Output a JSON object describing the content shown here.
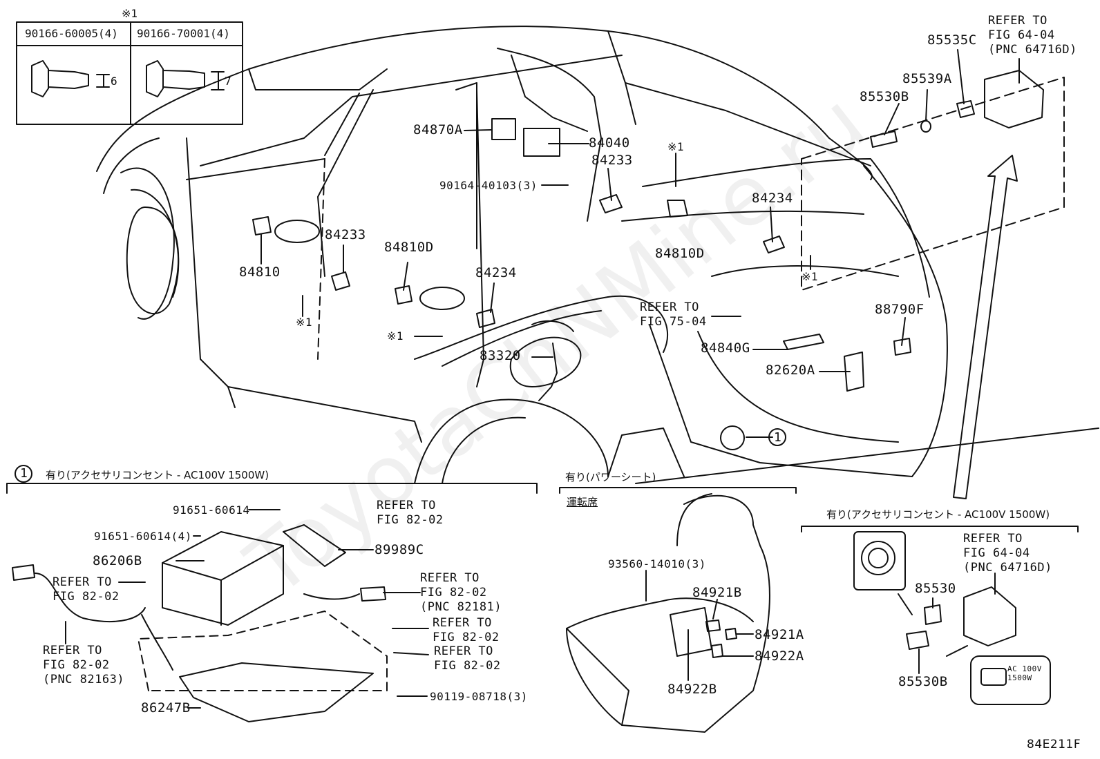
{
  "diagram_code": "84E211F",
  "watermark": "ToyotaChNMine.ru",
  "fastener_table": {
    "mark": "※1",
    "columns": [
      "90166-60005(4)",
      "90166-70001(4)"
    ],
    "dims": [
      "6",
      "7"
    ]
  },
  "main_parts": {
    "p84870A": "84870A",
    "p84040": "84040",
    "p90164": "90164-40103(3)",
    "p84233a": "84233",
    "p84233b": "84233",
    "p84234a": "84234",
    "p84234b": "84234",
    "p84810": "84810",
    "p84810D_a": "84810D",
    "p84810D_b": "84810D",
    "p83320": "83320",
    "p84840G": "84840G",
    "p82620A": "82620A",
    "p88790F": "88790F",
    "p85530B_top": "85530B",
    "p85539A": "85539A",
    "p85535C": "85535C",
    "mark1": "※1",
    "circle1": "1"
  },
  "refer_top_right": "REFER TO\nFIG 64-04\n(PNC 64716D)",
  "refer_center": "REFER TO\nFIG 75-04",
  "bottom_left": {
    "header_circle": "1",
    "header": "有り(アクセサリコンセント - AC100V 1500W)",
    "p91651a": "91651-60614",
    "p91651b": "91651-60614(4)",
    "p86206B": "86206B",
    "p89989C": "89989C",
    "p86247B": "86247B",
    "p90119": "90119-08718(3)",
    "ref_a": "REFER TO\nFIG 82-02",
    "ref_b": "REFER TO\nFIG 82-02",
    "ref_c": "REFER TO\nFIG 82-02\n(PNC 82181)",
    "ref_d": "REFER TO\nFIG 82-02\n(PNC 82163)",
    "ref_e": "REFER TO\nFIG 82-02",
    "ref_f": "REFER TO\nFIG 82-02"
  },
  "bottom_middle": {
    "header": "有り(パワーシート)",
    "sub": "運転席",
    "p93560": "93560-14010(3)",
    "p84921B": "84921B",
    "p84921A": "84921A",
    "p84922A": "84922A",
    "p84922B": "84922B"
  },
  "bottom_right": {
    "header": "有り(アクセサリコンセント - AC100V 1500W)",
    "ref": "REFER TO\nFIG 64-04\n(PNC 64716D)",
    "p85530": "85530",
    "p85530B": "85530B",
    "outlet_text": "AC 100V\n1500W"
  }
}
